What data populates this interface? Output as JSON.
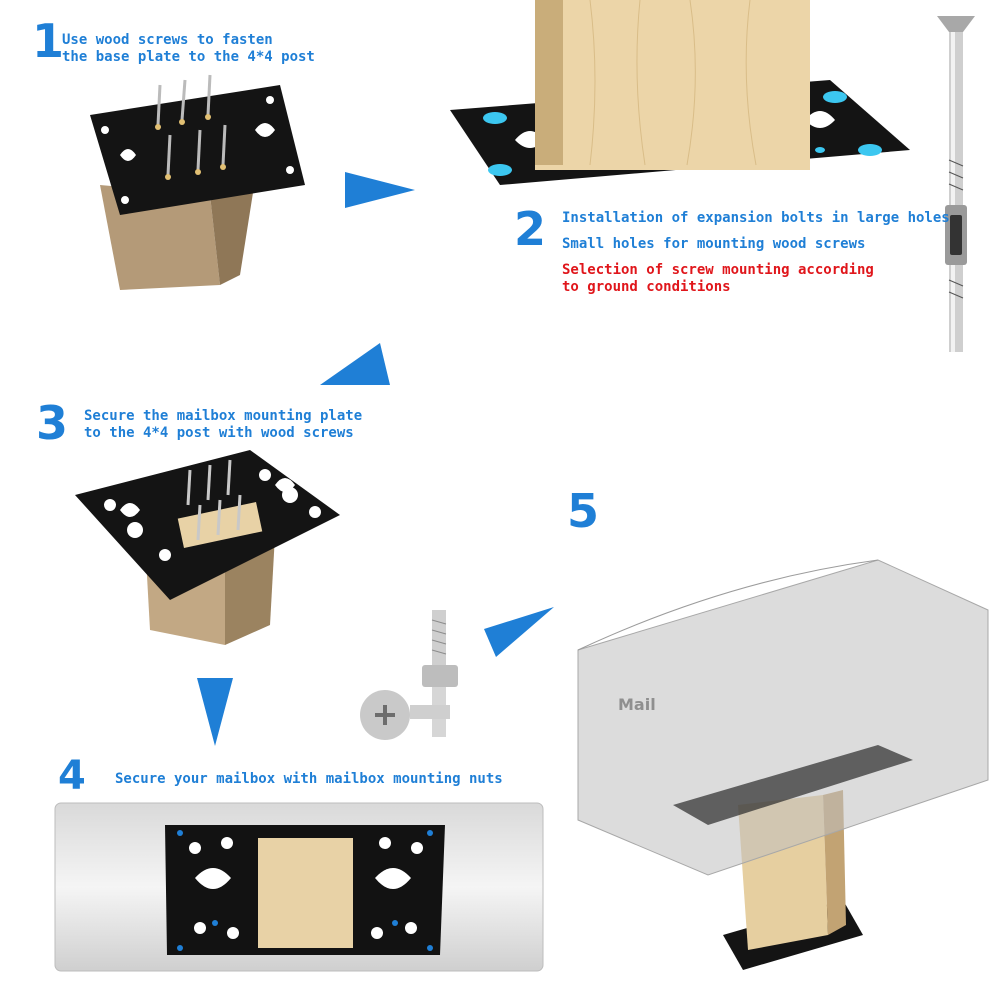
{
  "colors": {
    "accent": "#1f7fd6",
    "warning": "#e0161b",
    "plate": "#111111",
    "wood": "#e8d2a6"
  },
  "steps": [
    {
      "number": "1",
      "lines": [
        "Use wood screws to fasten",
        "the base plate to the 4*4 post"
      ]
    },
    {
      "number": "2",
      "lines": [
        "Installation of expansion bolts in large holes",
        "Small holes for mounting wood screws"
      ],
      "warning_lines": [
        "Selection of screw mounting according",
        "to ground conditions"
      ]
    },
    {
      "number": "3",
      "lines": [
        "Secure the mailbox mounting plate",
        "to the 4*4 post with wood screws"
      ]
    },
    {
      "number": "4",
      "lines": [
        "Secure your mailbox with mailbox mounting nuts"
      ]
    },
    {
      "number": "5",
      "lines": []
    }
  ],
  "mailbox": {
    "label": "Mail"
  }
}
